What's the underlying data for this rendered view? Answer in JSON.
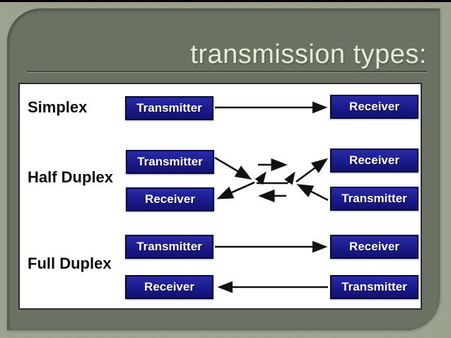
{
  "slide": {
    "title": "transmission types:",
    "colors": {
      "page-bg": "#9aa18c",
      "panel-bg": "#6c7263",
      "title-text": "#e6ebd5",
      "rule": "#3f4f44",
      "canvas-bg": "#ffffff",
      "canvas-border": "#2b2b2b",
      "node-bg": "#1e1e96",
      "node-border": "#07073f",
      "node-text": "#ffffff",
      "label-text": "#0d0d0d",
      "arrow": "#111111",
      "top-strip": "#000000"
    },
    "diagram": {
      "rows": [
        {
          "label": "Simplex",
          "left_top": "Transmitter",
          "right_top": "Receiver"
        },
        {
          "label": "Half Duplex",
          "left_top": "Transmitter",
          "left_bottom": "Receiver",
          "right_top": "Receiver",
          "right_bottom": "Transmitter"
        },
        {
          "label": "Full Duplex",
          "left_top": "Transmitter",
          "left_bottom": "Receiver",
          "right_top": "Receiver",
          "right_bottom": "Transmitter"
        }
      ]
    }
  }
}
